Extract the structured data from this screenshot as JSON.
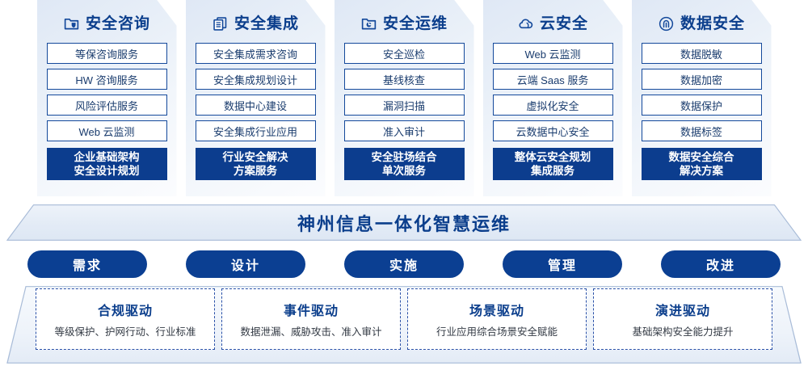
{
  "columns": [
    {
      "icon": "folder-shield-icon",
      "title": "安全咨询",
      "items": [
        "等保咨询服务",
        "HW 咨询服务",
        "风险评估服务",
        "Web 云监测"
      ],
      "highlight": [
        "企业基础架构",
        "安全设计规划"
      ]
    },
    {
      "icon": "stacked-documents-icon",
      "title": "安全集成",
      "items": [
        "安全集成需求咨询",
        "安全集成规划设计",
        "数据中心建设",
        "安全集成行业应用"
      ],
      "highlight": [
        "行业安全解决",
        "方案服务"
      ]
    },
    {
      "icon": "monitor-chart-icon",
      "title": "安全运维",
      "items": [
        "安全巡检",
        "基线核查",
        "漏洞扫描",
        "准入审计"
      ],
      "highlight": [
        "安全驻场结合",
        "单次服务"
      ]
    },
    {
      "icon": "cloud-icon",
      "title": "云安全",
      "items": [
        "Web 云监测",
        "云端 Saas 服务",
        "虚拟化安全",
        "云数据中心安全"
      ],
      "highlight": [
        "整体云安全规划",
        "集成服务"
      ]
    },
    {
      "icon": "fingerprint-icon",
      "title": "数据安全",
      "items": [
        "数据脱敏",
        "数据加密",
        "数据保护",
        "数据标签"
      ],
      "highlight": [
        "数据安全综合",
        "解决方案"
      ]
    }
  ],
  "banner": {
    "text": "神州信息一体化智慧运维"
  },
  "phases": [
    {
      "label": "需求"
    },
    {
      "label": "设计"
    },
    {
      "label": "实施"
    },
    {
      "label": "管理"
    },
    {
      "label": "改进"
    }
  ],
  "drivers": [
    {
      "title": "合规驱动",
      "subtitle": "等级保护、护网行动、行业标准"
    },
    {
      "title": "事件驱动",
      "subtitle": "数据泄漏、威胁攻击、准入审计"
    },
    {
      "title": "场景驱动",
      "subtitle": "行业应用综合场景安全赋能"
    },
    {
      "title": "演进驱动",
      "subtitle": "基础架构安全能力提升"
    }
  ],
  "colors": {
    "primary": "#0b3e8c",
    "pill": "#0b3f92",
    "card_border": "#14499b",
    "dashed_border": "#2a51a8"
  }
}
